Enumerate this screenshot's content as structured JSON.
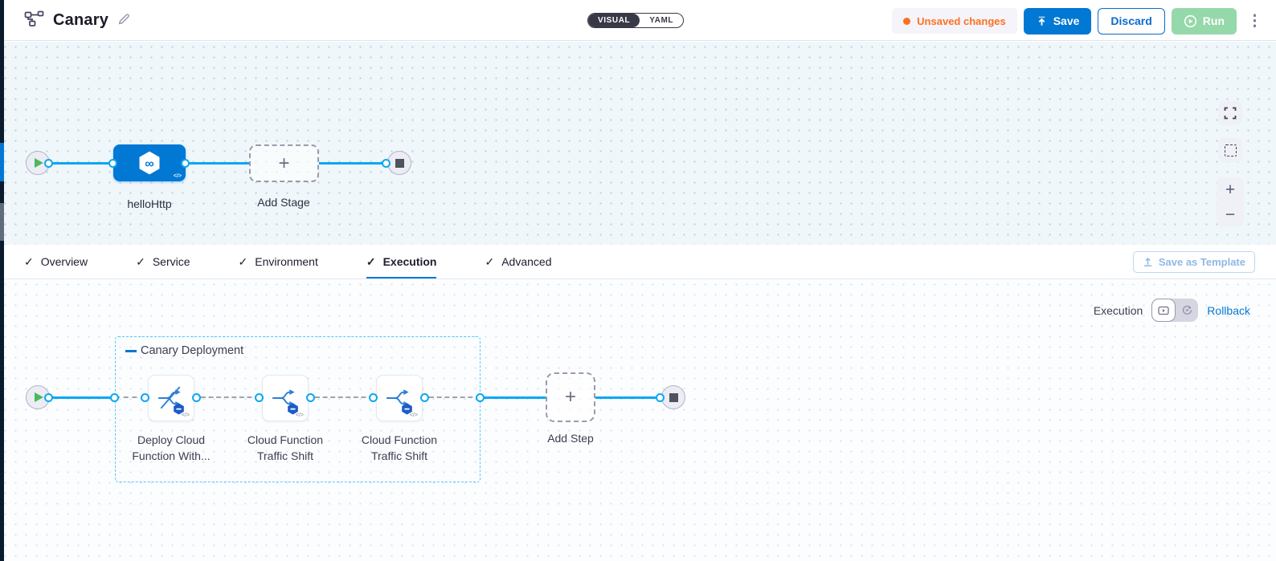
{
  "header": {
    "title": "Canary",
    "mode_toggle": {
      "visual_label": "VISUAL",
      "yaml_label": "YAML",
      "selected": "VISUAL"
    },
    "unsaved_label": "Unsaved changes",
    "save_label": "Save",
    "discard_label": "Discard",
    "run_label": "Run"
  },
  "glyphs": {
    "plus": "+",
    "minus": "−",
    "check": "✓",
    "kebab": "⋮",
    "code": "</>",
    "infinity": "∞"
  },
  "stage_canvas": {
    "stage_label": "helloHttp",
    "add_stage_label": "Add Stage"
  },
  "tabs": {
    "items": [
      {
        "label": "Overview"
      },
      {
        "label": "Service"
      },
      {
        "label": "Environment"
      },
      {
        "label": "Execution"
      },
      {
        "label": "Advanced"
      }
    ],
    "active": "Execution",
    "save_as_template_label": "Save as Template"
  },
  "execution_panel": {
    "execution_label": "Execution",
    "rollback_label": "Rollback",
    "group_title": "Canary Deployment",
    "steps": [
      {
        "line1": "Deploy Cloud",
        "line2": "Function With..."
      },
      {
        "line1": "Cloud Function",
        "line2": "Traffic Shift"
      },
      {
        "line1": "Cloud Function",
        "line2": "Traffic Shift"
      }
    ],
    "add_step_label": "Add Step"
  },
  "colors": {
    "primary_blue": "#0278d5",
    "flow_line_blue": "#0ba7f2",
    "group_border_cyan": "#55c9f7",
    "unsaved_orange": "#ff7020",
    "run_green": "#95d8aa",
    "toggle_dark": "#383946"
  }
}
